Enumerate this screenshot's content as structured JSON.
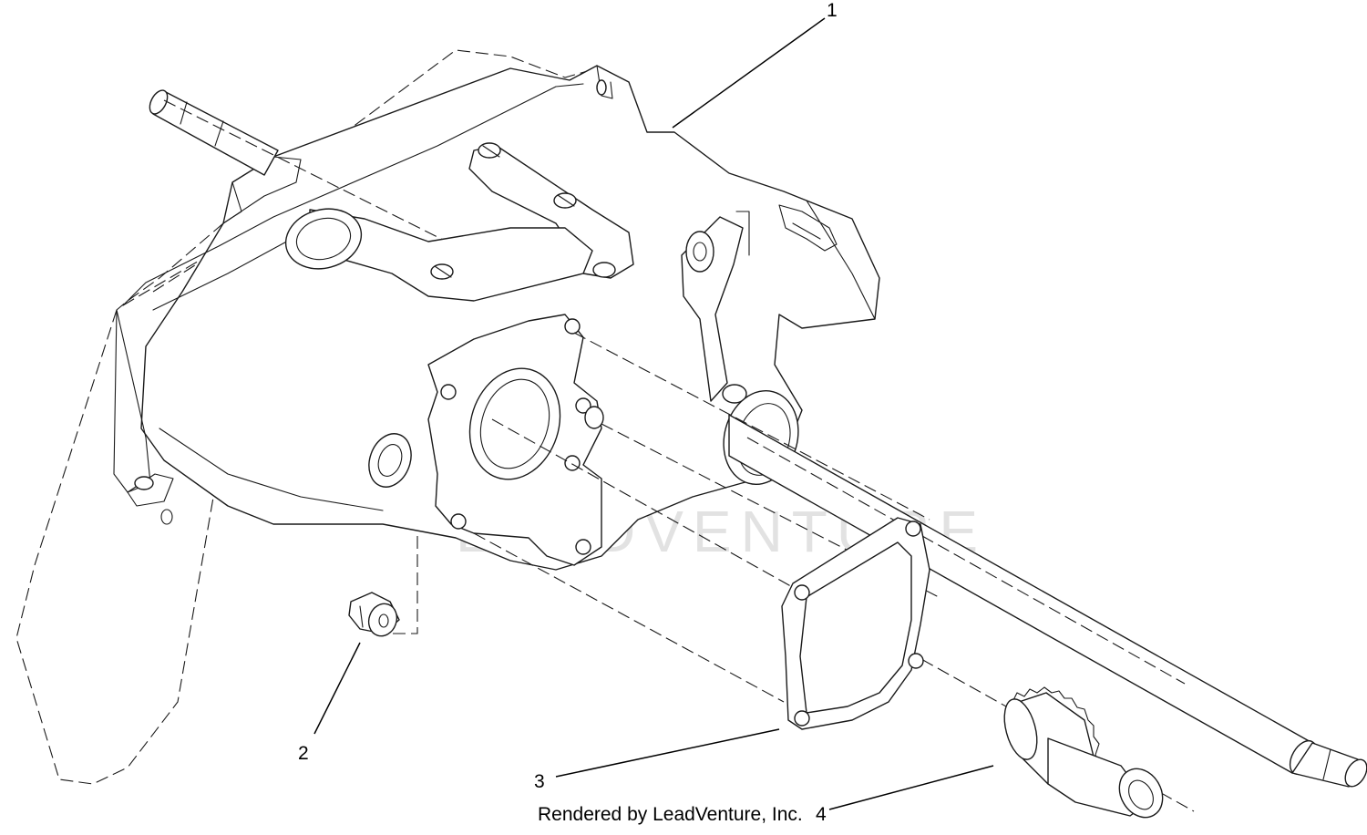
{
  "callouts": [
    {
      "id": "1",
      "label": "1"
    },
    {
      "id": "2",
      "label": "2"
    },
    {
      "id": "3",
      "label": "3"
    },
    {
      "id": "4",
      "label": "4"
    }
  ],
  "credit": "Rendered by LeadVenture, Inc.",
  "watermark": "LEADVENTURE",
  "watermark_icon": "leadventure-flame-logo",
  "colors": {
    "line": "#1a1a1a",
    "background": "#ffffff",
    "watermark": "#e2e2e2"
  }
}
